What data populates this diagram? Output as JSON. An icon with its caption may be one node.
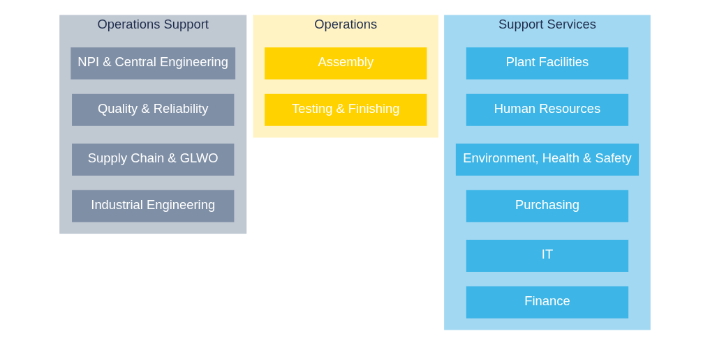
{
  "diagram": {
    "nodes": [
      {
        "text": [
          "Operations Support"
        ]
      },
      {
        "text": [
          "NPI & Central Engineering"
        ],
        "in": 0
      },
      {
        "text": [
          "Quality & Reliability"
        ],
        "in": 0
      },
      {
        "text": [
          "Supply Chain & GLWO"
        ],
        "in": 0
      },
      {
        "text": [
          "Industrial Engineering"
        ],
        "in": 0
      },
      {
        "text": [
          "Operations"
        ]
      },
      {
        "text": [
          "Assembly"
        ],
        "in": 5
      },
      {
        "text": [
          "Testing & Finishing"
        ],
        "in": 5
      },
      {
        "text": [
          "Support Services"
        ]
      },
      {
        "text": [
          "Plant Facilities"
        ],
        "in": 8
      },
      {
        "text": [
          "Human Resources"
        ],
        "in": 8
      },
      {
        "text": [
          "Environment, Health & Safety"
        ],
        "in": 8
      },
      {
        "text": [
          "Purchasing"
        ],
        "in": 8
      },
      {
        "text": [
          "IT"
        ],
        "in": 8
      },
      {
        "text": [
          "Finance"
        ],
        "in": 8
      }
    ],
    "edges": []
  }
}
